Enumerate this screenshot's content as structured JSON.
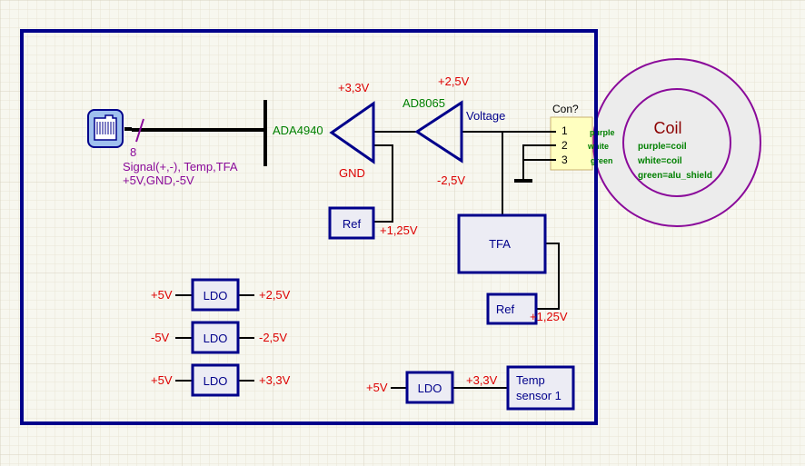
{
  "coil": {
    "title": "Coil",
    "purple": "purple=coil",
    "white": "white=coil",
    "green": "green=alu_shield"
  },
  "connector": {
    "ref": "Con?",
    "pin1": "1",
    "pin2": "2",
    "pin3": "3",
    "w1": "purple",
    "w2": "white",
    "w3": "green"
  },
  "amp1": {
    "name": "ADA4940",
    "supply_pos": "+3,3V",
    "supply_neg": "GND"
  },
  "amp2": {
    "name": "AD8065",
    "supply_pos": "+2,5V",
    "supply_neg": "-2,5V",
    "output": "Voltage"
  },
  "ref1": {
    "label": "Ref",
    "value": "+1,25V"
  },
  "ref2": {
    "label": "Ref",
    "value": "+1,25V"
  },
  "tfa": {
    "label": "TFA"
  },
  "rj45": {
    "pins": "8",
    "line1": "Signal(+,-), Temp,TFA",
    "line2": "+5V,GND,-5V"
  },
  "ldos": [
    {
      "in": "+5V",
      "label": "LDO",
      "out": "+2,5V"
    },
    {
      "in": "-5V",
      "label": "LDO",
      "out": "-2,5V"
    },
    {
      "in": "+5V",
      "label": "LDO",
      "out": "+3,3V"
    },
    {
      "in": "+5V",
      "label": "LDO",
      "out": "+3,3V"
    }
  ],
  "temp": {
    "line1": "Temp",
    "line2": "sensor 1"
  },
  "colors": {
    "wire": "#000000",
    "blue": "#00008b",
    "red": "#dd0000",
    "green": "#008000",
    "purple": "#8a0a9a",
    "coil_text": "#8b0000",
    "box_fill": "#ececf4",
    "con_fill": "#ffffc0"
  }
}
